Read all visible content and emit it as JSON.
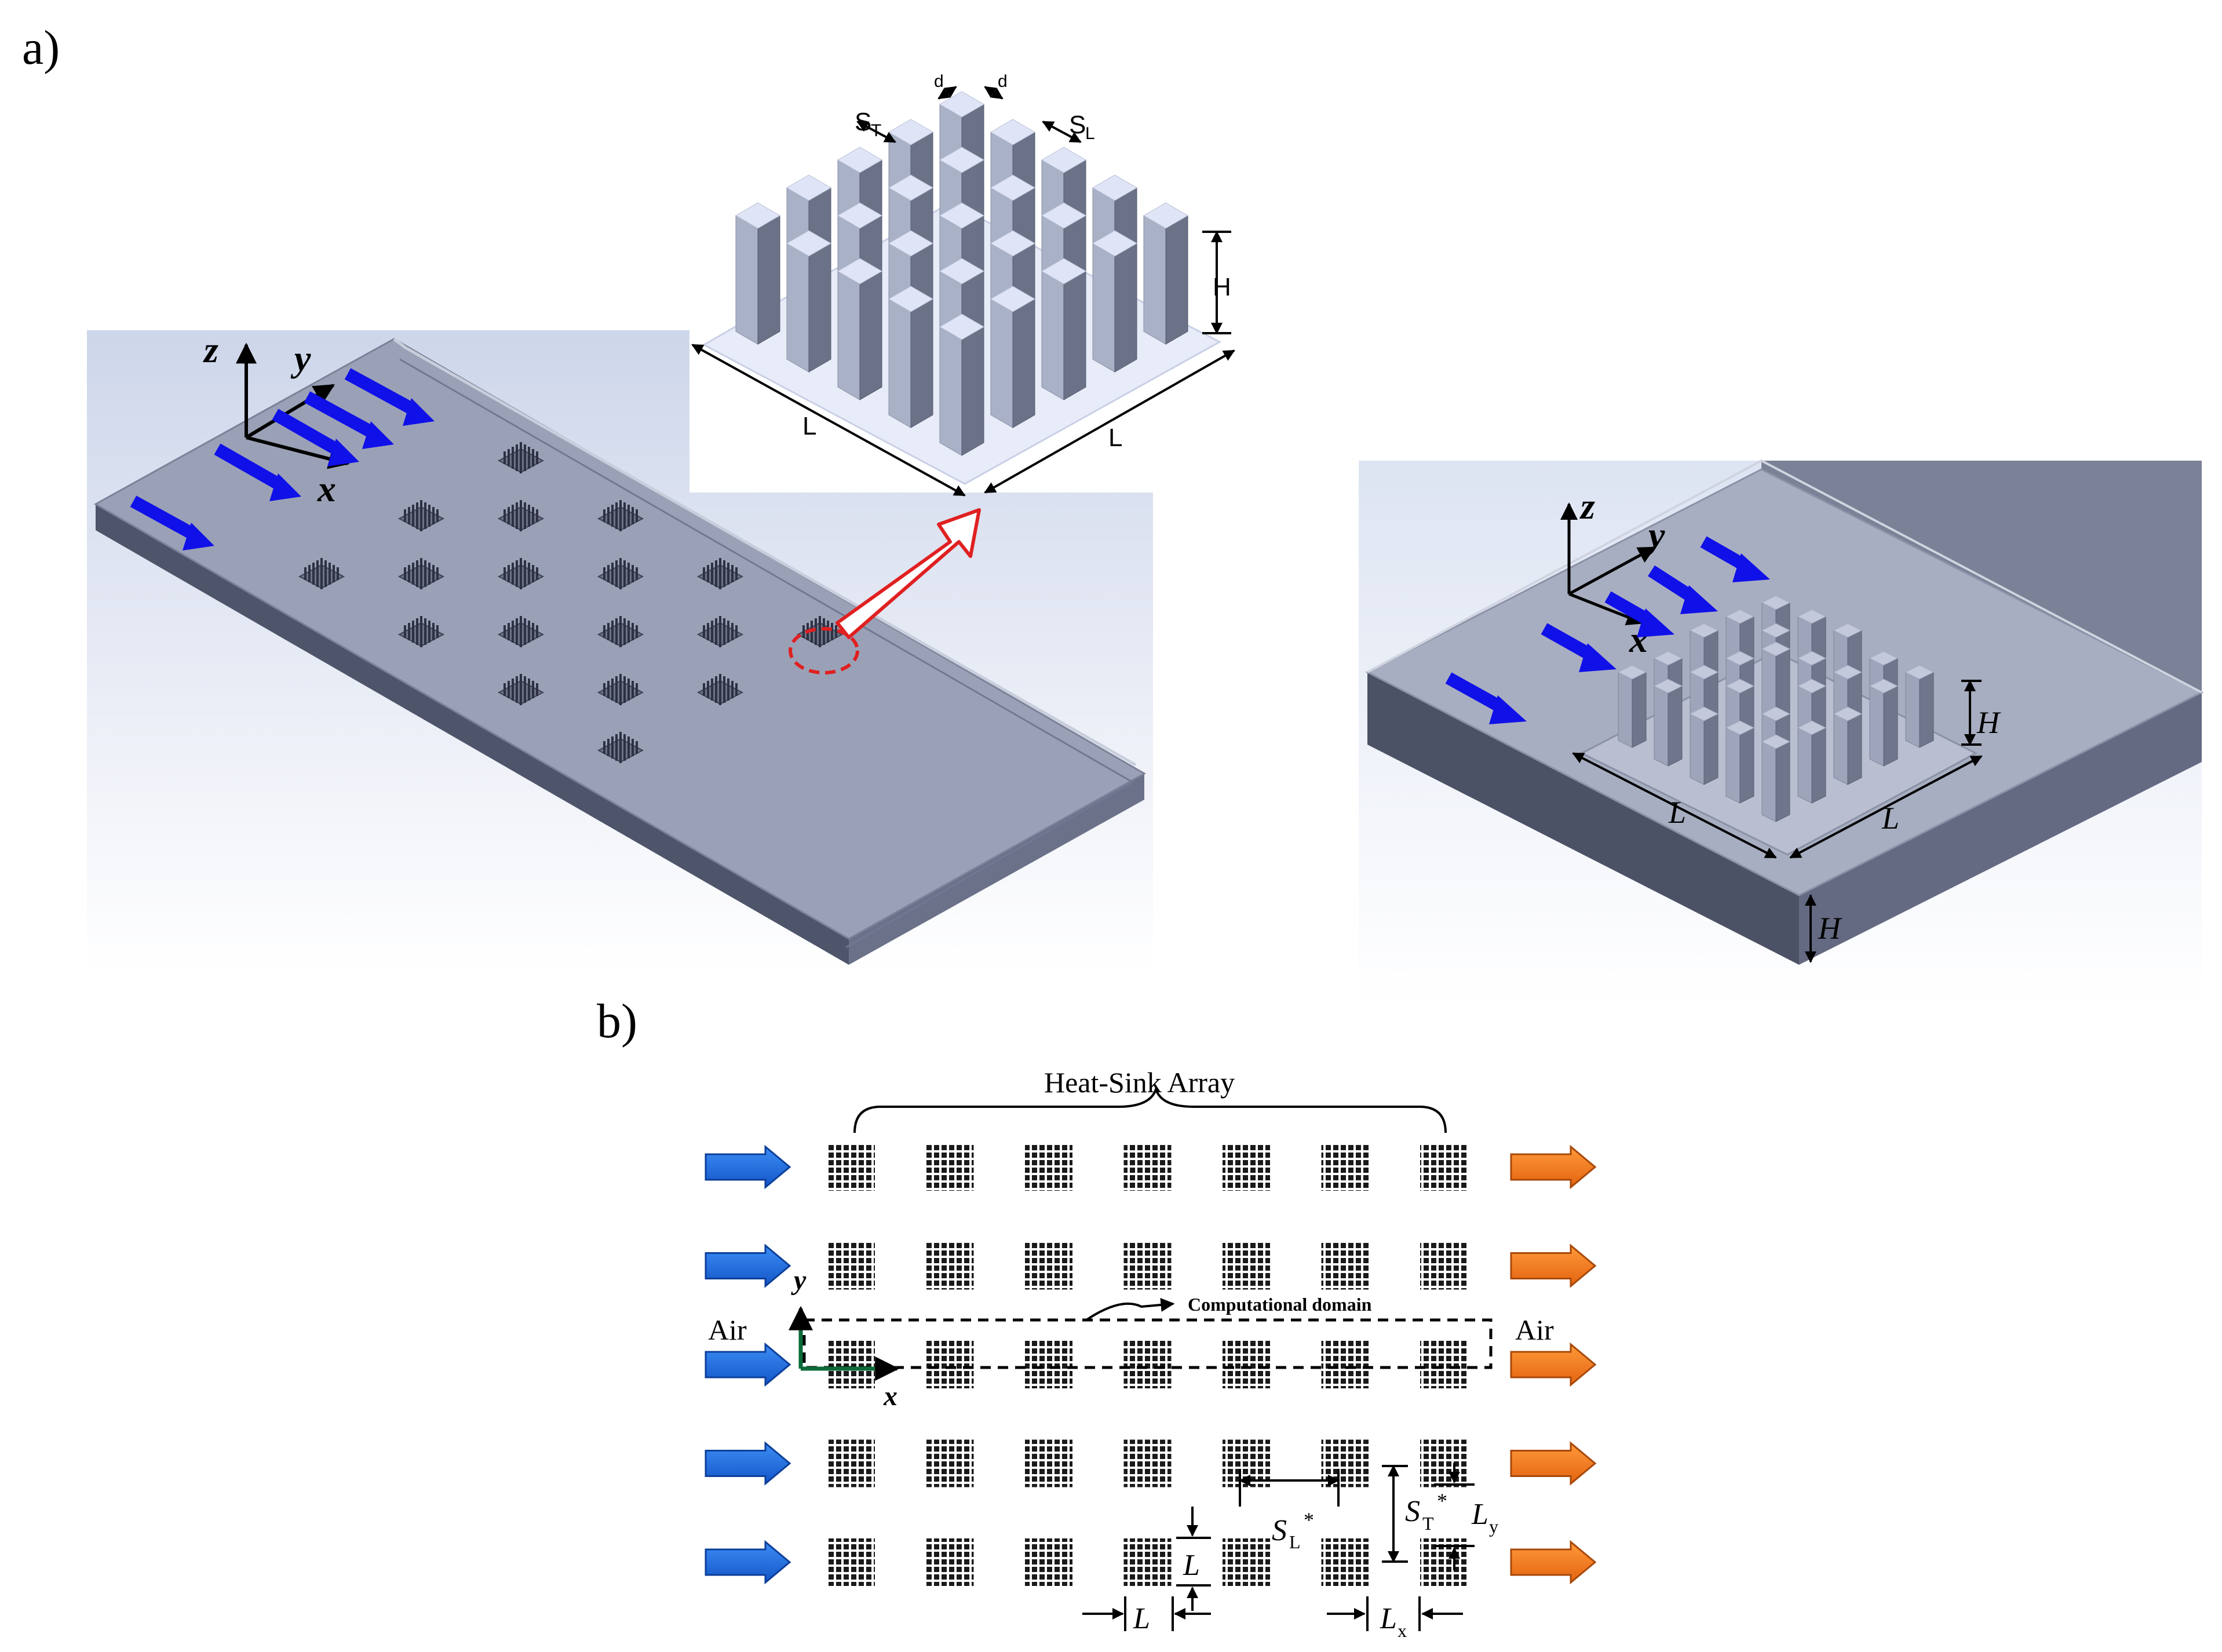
{
  "panel_a": {
    "label": "a)",
    "left_model": {
      "axes": {
        "z": "z",
        "y": "y",
        "x": "x"
      },
      "heat_sink_rows": 5,
      "heat_sink_cols": 7
    },
    "inset": {
      "pin_grid": 5,
      "labels": {
        "d1": "d",
        "d2": "d",
        "st": "S",
        "st_sub": "T",
        "sl": "S",
        "sl_sub": "L",
        "h": "H",
        "l1": "L",
        "l2": "L"
      }
    },
    "right_model": {
      "axes": {
        "z": "z",
        "y": "y",
        "x": "x"
      },
      "labels": {
        "h_sink": "H",
        "l1": "L",
        "l2": "L",
        "h_duct": "H"
      }
    },
    "colors": {
      "flow_arrow": "#1010e8",
      "highlight": "#e02020"
    }
  },
  "panel_b": {
    "label": "b)",
    "array_title": "Heat-Sink Array",
    "rows": 5,
    "cols": 7,
    "air_in": "Air",
    "air_out": "Air",
    "computational_domain": "Computational domain",
    "axes": {
      "y": "y",
      "x": "x"
    },
    "dims": {
      "sl": "S",
      "sl_sub": "L",
      "sl_sup": "*",
      "st": "S",
      "st_sub": "T",
      "st_sup": "*",
      "ly": "L",
      "ly_sub": "y",
      "lx": "L",
      "lx_sub": "x",
      "l_h": "L",
      "l_v": "L"
    },
    "colors": {
      "inlet_arrow": "#1a6ee8",
      "outlet_arrow": "#f07a1e",
      "axis": "#0d6b3a"
    }
  }
}
